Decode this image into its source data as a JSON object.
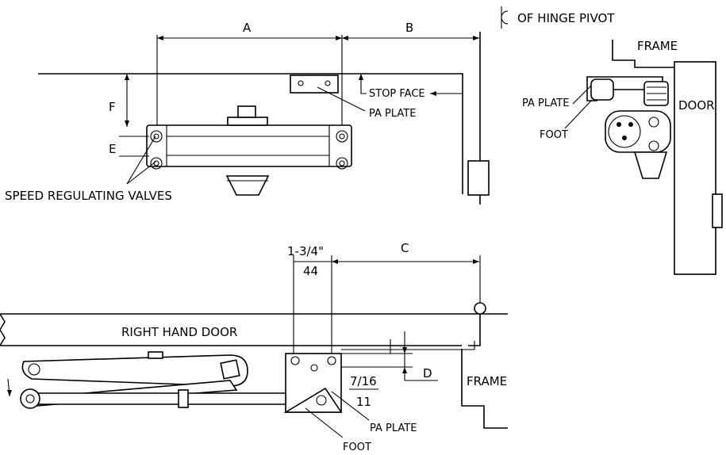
{
  "labels": {
    "dim_a": "A",
    "dim_b": "B",
    "hinge_pivot": "OF HINGE PIVOT",
    "frame_top": "FRAME",
    "stop_face": "STOP FACE",
    "pa_plate_top": "PA PLATE",
    "pa_plate_side": "PA PLATE",
    "door_side": "DOOR",
    "foot_side": "FOOT",
    "dim_f": "F",
    "dim_e": "E",
    "speed_valves": "SPEED REGULATING VALVES",
    "dim_1_3_4": "1-3/4\"",
    "dim_44": "44",
    "dim_c": "C",
    "right_hand_door": "RIGHT HAND DOOR",
    "dim_7_16": "7/16",
    "dim_11": "11",
    "dim_d": "D",
    "frame_bottom": "FRAME",
    "pa_plate_bottom": "PA PLATE",
    "foot_bottom": "FOOT"
  }
}
